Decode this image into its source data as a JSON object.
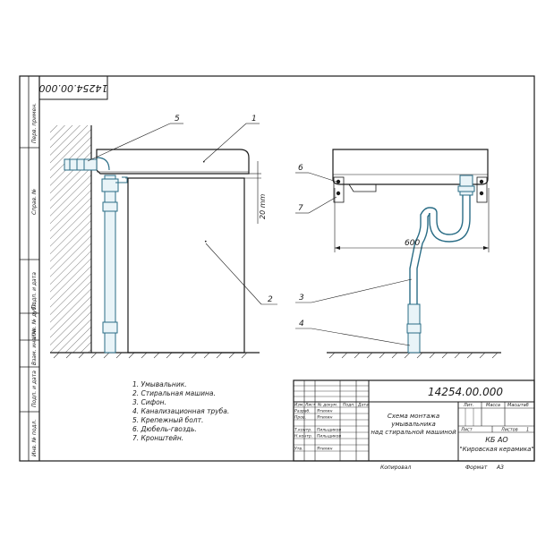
{
  "drawing_number": "14254.00.000",
  "stamp_number_rotated": "14254.00.000",
  "title_lines": [
    "Схема монтажа",
    "умывальника",
    "над стиральной машиной"
  ],
  "side_labels": [
    "Перв. примен.",
    "Справ. №",
    "Подп. и дата",
    "Инв. № дубл.",
    "Взам. инв. №",
    "Подп. и дата",
    "Инв. № подл."
  ],
  "callouts": {
    "left": [
      "5",
      "1",
      "2"
    ],
    "right": [
      "6",
      "7",
      "3",
      "4"
    ]
  },
  "dimensions": {
    "gap": "20 mm",
    "width": "600"
  },
  "legend": [
    "1. Умывальник.",
    "2. Стиральная машина.",
    "3. Сифон.",
    "4. Канализационная труба.",
    "5. Крепежный болт.",
    "6. Дюбель-гвоздь.",
    "7. Кронштейн."
  ],
  "title_block": {
    "roles": [
      "Разраб.",
      "Пров.",
      "Т.контр.",
      "Н.контр.",
      "Утв."
    ],
    "col_headers": [
      "Изм.",
      "Лист",
      "№ докум.",
      "Подп.",
      "Дата"
    ],
    "names": [
      "Ятилин",
      "Ятилин",
      "Пильщиков",
      "Пильщиков",
      "Ятилин"
    ],
    "lit_label": "Лит.",
    "mass_label": "Масса",
    "scale_label": "Масштаб",
    "sheet_label": "Лист",
    "sheets_label": "Листов",
    "sheets_value": "1",
    "group": "КБ АО",
    "org": "\"Кировская керамика\"",
    "copied": "Копировал",
    "format": "Формат",
    "format_value": "А3"
  }
}
